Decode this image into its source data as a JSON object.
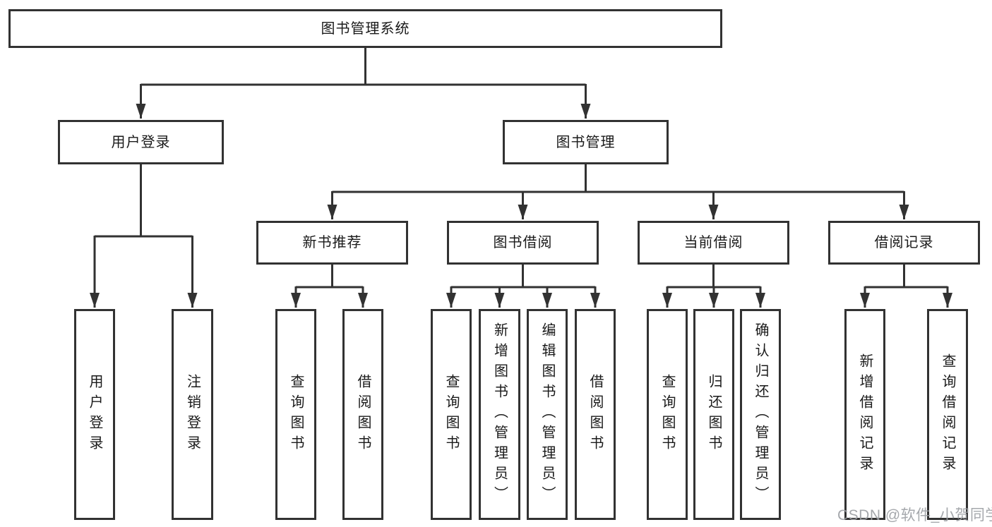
{
  "tree": {
    "label": "图书管理系统",
    "children": [
      {
        "label": "用户登录",
        "children": [
          {
            "label": "用户登录"
          },
          {
            "label": "注销登录"
          }
        ]
      },
      {
        "label": "图书管理",
        "children": [
          {
            "label": "新书推荐",
            "children": [
              {
                "label": "查询图书"
              },
              {
                "label": "借阅图书"
              }
            ]
          },
          {
            "label": "图书借阅",
            "children": [
              {
                "label": "查询图书"
              },
              {
                "label": "新增图书（管理员）"
              },
              {
                "label": "编辑图书（管理员）"
              },
              {
                "label": "借阅图书"
              }
            ]
          },
          {
            "label": "当前借阅",
            "children": [
              {
                "label": "查询图书"
              },
              {
                "label": "归还图书"
              },
              {
                "label": "确认归还（管理员）"
              }
            ]
          },
          {
            "label": "借阅记录",
            "children": [
              {
                "label": "新增借阅记录"
              },
              {
                "label": "查询借阅记录"
              }
            ]
          }
        ]
      }
    ]
  },
  "watermark": {
    "text": "CSDN @软件_小贺同学"
  },
  "colors": {
    "line": "#323232",
    "box_border": "#323232",
    "box_fill": "#ffffff",
    "text": "#1a1a1a",
    "watermark": "#9b9ea3"
  }
}
